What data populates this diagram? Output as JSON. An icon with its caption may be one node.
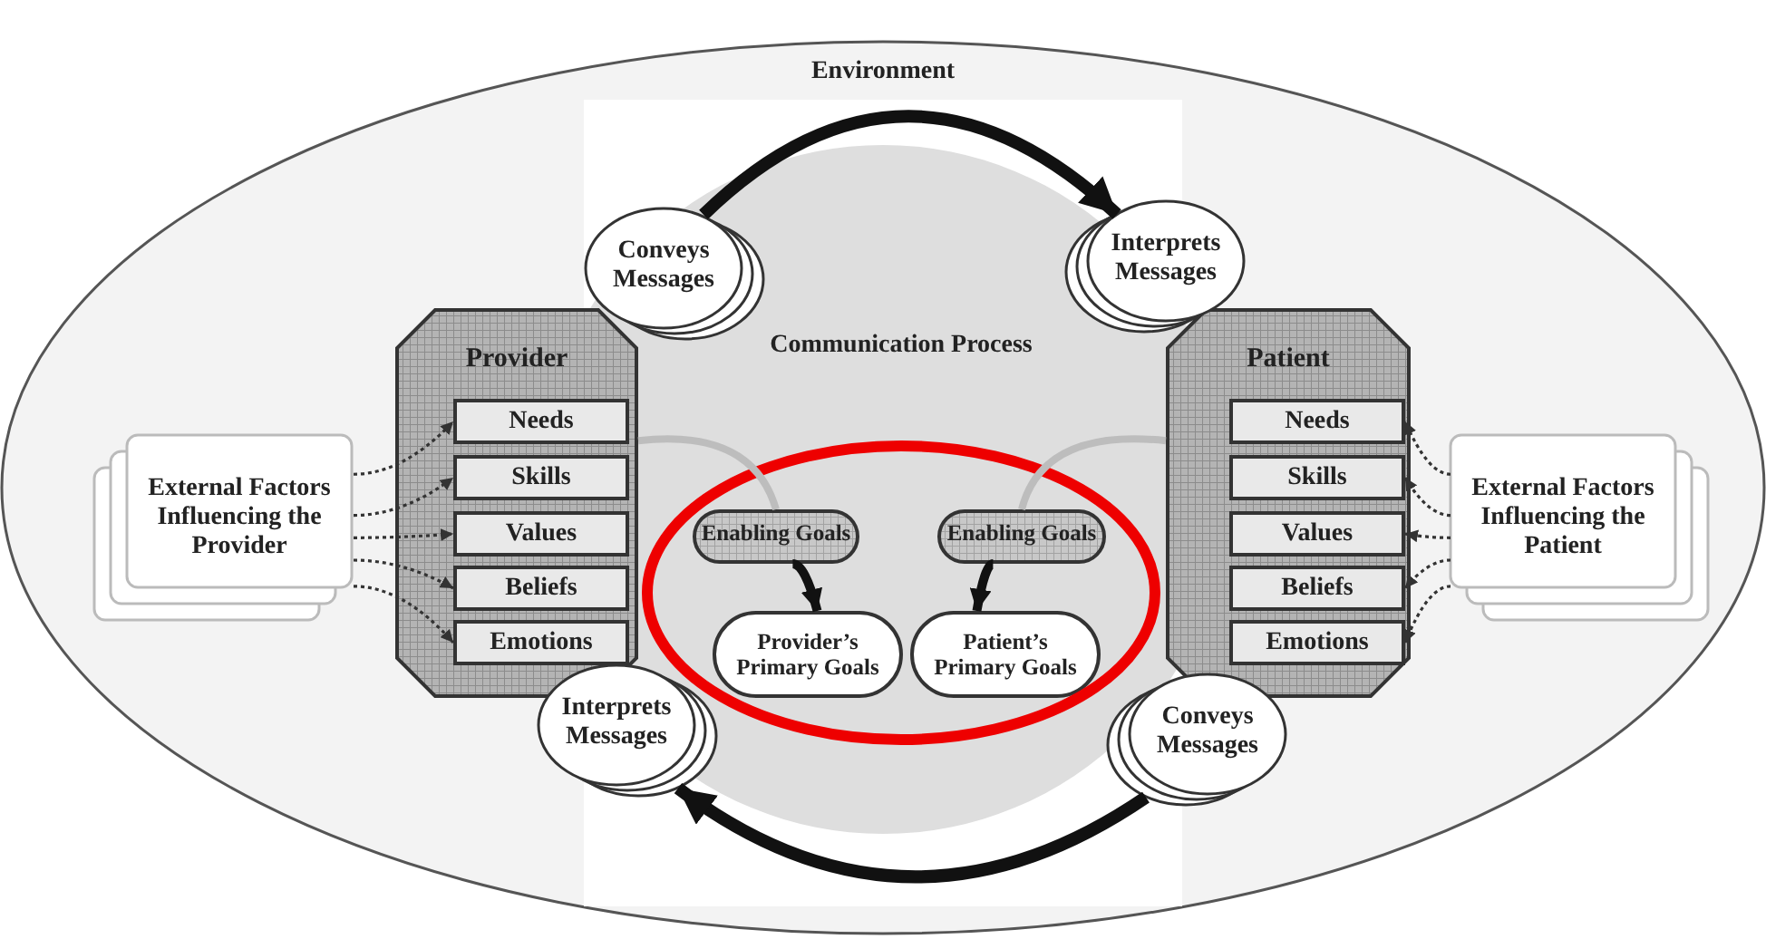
{
  "diagram": {
    "nodes": [
      {
        "text": [
          "Environment"
        ]
      },
      {
        "text": [
          "Conveys Messages"
        ],
        "in": 3
      },
      {
        "text": [
          "Interprets Messages"
        ],
        "in": 3
      },
      {
        "text": [
          "Communication Process"
        ],
        "in": 0
      },
      {
        "text": [
          "Provider"
        ],
        "in": 0
      },
      {
        "text": [
          "Needs"
        ],
        "in": 4
      },
      {
        "text": [
          "Skills"
        ],
        "in": 4
      },
      {
        "text": [
          "Values"
        ],
        "in": 4
      },
      {
        "text": [
          "Beliefs"
        ],
        "in": 4
      },
      {
        "text": [
          "Emotions"
        ],
        "in": 4
      },
      {
        "text": [
          "External Factors Influencing the Provider"
        ],
        "in": 0
      },
      {
        "text": [
          "Patient"
        ],
        "in": 0
      },
      {
        "text": [
          "Needs"
        ],
        "in": 11
      },
      {
        "text": [
          "Skills"
        ],
        "in": 11
      },
      {
        "text": [
          "Values"
        ],
        "in": 11
      },
      {
        "text": [
          "Beliefs"
        ],
        "in": 11
      },
      {
        "text": [
          "Emotions"
        ],
        "in": 11
      },
      {
        "text": [
          "External Factors Influencing the Patient"
        ],
        "in": 0
      },
      {
        "text": [
          "Enabling Goals"
        ],
        "in": 3
      },
      {
        "text": [
          "Enabling Goals"
        ],
        "in": 3
      },
      {
        "text": [
          "Provider’s Primary Goals"
        ],
        "in": 3
      },
      {
        "text": [
          "Patient’s Primary Goals"
        ],
        "in": 3
      },
      {
        "text": [
          "Interprets Messages"
        ],
        "in": 0
      },
      {
        "text": [
          "Conveys Messages"
        ],
        "in": 0
      }
    ],
    "edges": [
      {
        "from": 1,
        "to": 2,
        "arrow": "to",
        "style": "thick"
      },
      {
        "from": 23,
        "to": 22,
        "arrow": "to",
        "style": "thick"
      },
      {
        "from": 10,
        "to": 5,
        "arrow": "to",
        "style": "dashed"
      },
      {
        "from": 10,
        "to": 6,
        "arrow": "to",
        "style": "dashed"
      },
      {
        "from": 10,
        "to": 7,
        "arrow": "to",
        "style": "dashed"
      },
      {
        "from": 10,
        "to": 8,
        "arrow": "to",
        "style": "dashed"
      },
      {
        "from": 10,
        "to": 9,
        "arrow": "to",
        "style": "dashed"
      },
      {
        "from": 17,
        "to": 12,
        "arrow": "to",
        "style": "dashed"
      },
      {
        "from": 17,
        "to": 13,
        "arrow": "to",
        "style": "dashed"
      },
      {
        "from": 17,
        "to": 14,
        "arrow": "to",
        "style": "dashed"
      },
      {
        "from": 17,
        "to": 15,
        "arrow": "to",
        "style": "dashed"
      },
      {
        "from": 17,
        "to": 16,
        "arrow": "to",
        "style": "dashed"
      },
      {
        "from": 4,
        "to": 18,
        "arrow": "none",
        "style": "thick",
        "color": "#bdbdbd"
      },
      {
        "from": 11,
        "to": 19,
        "arrow": "none",
        "style": "thick",
        "color": "#bdbdbd"
      },
      {
        "from": 18,
        "to": 20,
        "arrow": "to",
        "style": "thick"
      },
      {
        "from": 19,
        "to": 21,
        "arrow": "to",
        "style": "thick"
      }
    ]
  }
}
